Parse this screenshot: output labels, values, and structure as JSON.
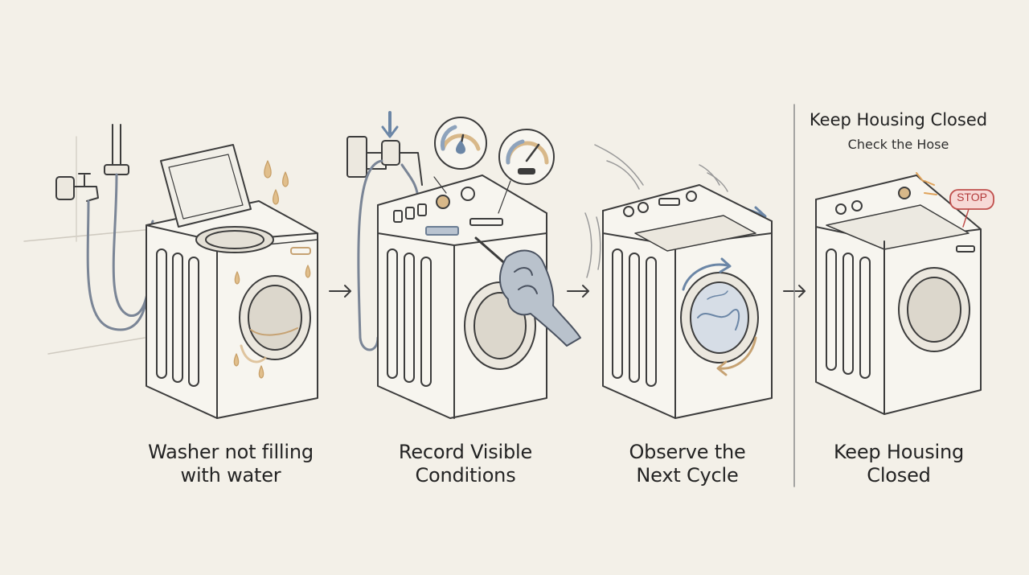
{
  "steps": [
    {
      "line1": "Washer not filling",
      "line2": "with water"
    },
    {
      "line1": "Record Visible",
      "line2": "Conditions"
    },
    {
      "line1": "Observe the",
      "line2": "Next Cycle"
    },
    {
      "line1": "Keep Housing",
      "line2": "Closed"
    }
  ],
  "panel4": {
    "heading": "Keep Housing Closed",
    "subheading": "Check the Hose",
    "stop_label": "STOP"
  },
  "colors": {
    "background": "#f3f0e8",
    "ink": "#3a3a3a",
    "accent_tan": "#d8b889",
    "accent_blue": "#6b86a6",
    "stop_red": "#c0504d"
  },
  "icons": [
    "faucet-icon",
    "water-drop-icon",
    "gauge-icon",
    "gloved-hand-icon",
    "flow-arrow-icon",
    "stop-sign-icon"
  ]
}
